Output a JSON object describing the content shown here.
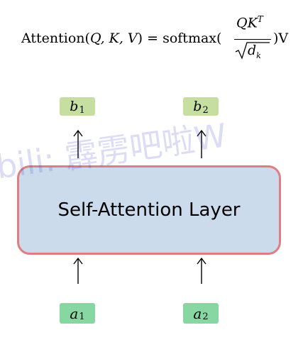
{
  "formula": {
    "lhs": "Attention(",
    "args": "Q, K, V",
    "rhs": ") = softmax(",
    "numerator": "QK",
    "numerator_sup": "T",
    "denominator": "d",
    "denominator_sub": "k",
    "tail": ")V"
  },
  "outputs": [
    {
      "letter": "b",
      "sub": "1"
    },
    {
      "letter": "b",
      "sub": "2"
    }
  ],
  "layer": {
    "label": "Self-Attention Layer"
  },
  "inputs": [
    {
      "letter": "a",
      "sub": "1"
    },
    {
      "letter": "a",
      "sub": "2"
    }
  ],
  "watermark": "bili: 霹雳吧啦W",
  "colors": {
    "output_token": "#c6dfa0",
    "input_token": "#86d7a1",
    "layer_fill": "#ccdbeb",
    "layer_border": "#e07d80"
  }
}
